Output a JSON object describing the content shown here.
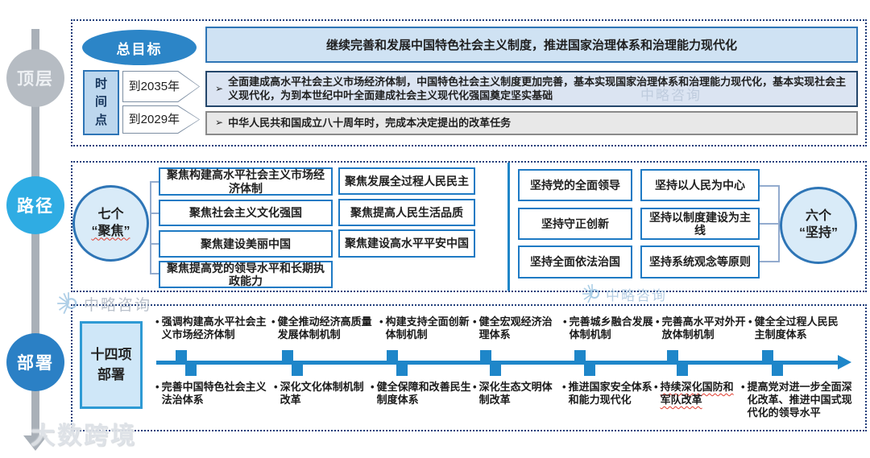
{
  "stages": {
    "top": "顶层",
    "path": "路径",
    "deploy": "部署"
  },
  "top_section": {
    "goal_label": "总目标",
    "goal_text": "继续完善和发展中国特色社会主义制度，推进国家治理体系和治理能力现代化",
    "time_label": "时\n间\n点",
    "milestones": [
      {
        "year": "到2035年",
        "text": "全面建成高水平社会主义市场经济体制，中国特色社会主义制度更加完善，基本实现国家治理体系和治理能力现代化，基本实现社会主义现代化，为到本世纪中叶全面建成社会主义现代化强国奠定坚实基础"
      },
      {
        "year": "到2029年",
        "text": "中华人民共和国成立八十周年时，完成本决定提出的改革任务"
      }
    ]
  },
  "middle_section": {
    "focus": {
      "circle_line1": "七个",
      "circle_line2": "“聚焦”",
      "left_items": [
        "聚焦构建高水平社会主义市场经济体制",
        "聚焦社会主义文化强国",
        "聚焦建设美丽中国",
        "聚焦提高党的领导水平和长期执政能力"
      ],
      "right_items": [
        "聚焦发展全过程人民民主",
        "聚焦提高人民生活品质",
        "聚焦建设高水平平安中国"
      ]
    },
    "persist": {
      "circle_line1": "六个",
      "circle_line2": "“坚持”",
      "left_items": [
        "坚持党的全面领导",
        "坚持守正创新",
        "坚持全面依法治国"
      ],
      "right_items": [
        "坚持以人民为中心",
        "坚持以制度建设为主线",
        "坚持系统观念等原则"
      ]
    }
  },
  "deploy_section": {
    "label": "十四项\n部署",
    "top_items": [
      "强调构建高水平社会主义市场经济体制",
      "健全推动经济高质量发展体制机制",
      "构建支持全面创新体制机制",
      "健全宏观经济治理体系",
      "完善城乡融合发展体制机制",
      "完善高水平对外开放体制机制",
      "健全全过程人民民主制度体系"
    ],
    "bottom_items": [
      "完善中国特色社会主义法治体系",
      "深化文化体制机制改革",
      "健全保障和改善民生制度体系",
      "深化生态文明体制改革",
      "推进国家安全体系和能力现代化",
      "持续深化国防和军队改革",
      "提高党对进一步全面深化改革、推进中国式现代化的领导水平"
    ]
  },
  "ui": {
    "bullet": "•",
    "arrow_bullet": "➢"
  },
  "watermarks": {
    "consult": "中略咨询",
    "brand": "大数跨境"
  },
  "colors": {
    "accent_blue": "#1e86c9",
    "navy_border": "#203d7a",
    "light_blue_fill": "#cfe2f3",
    "gray_rail": "#a9b0b8"
  }
}
